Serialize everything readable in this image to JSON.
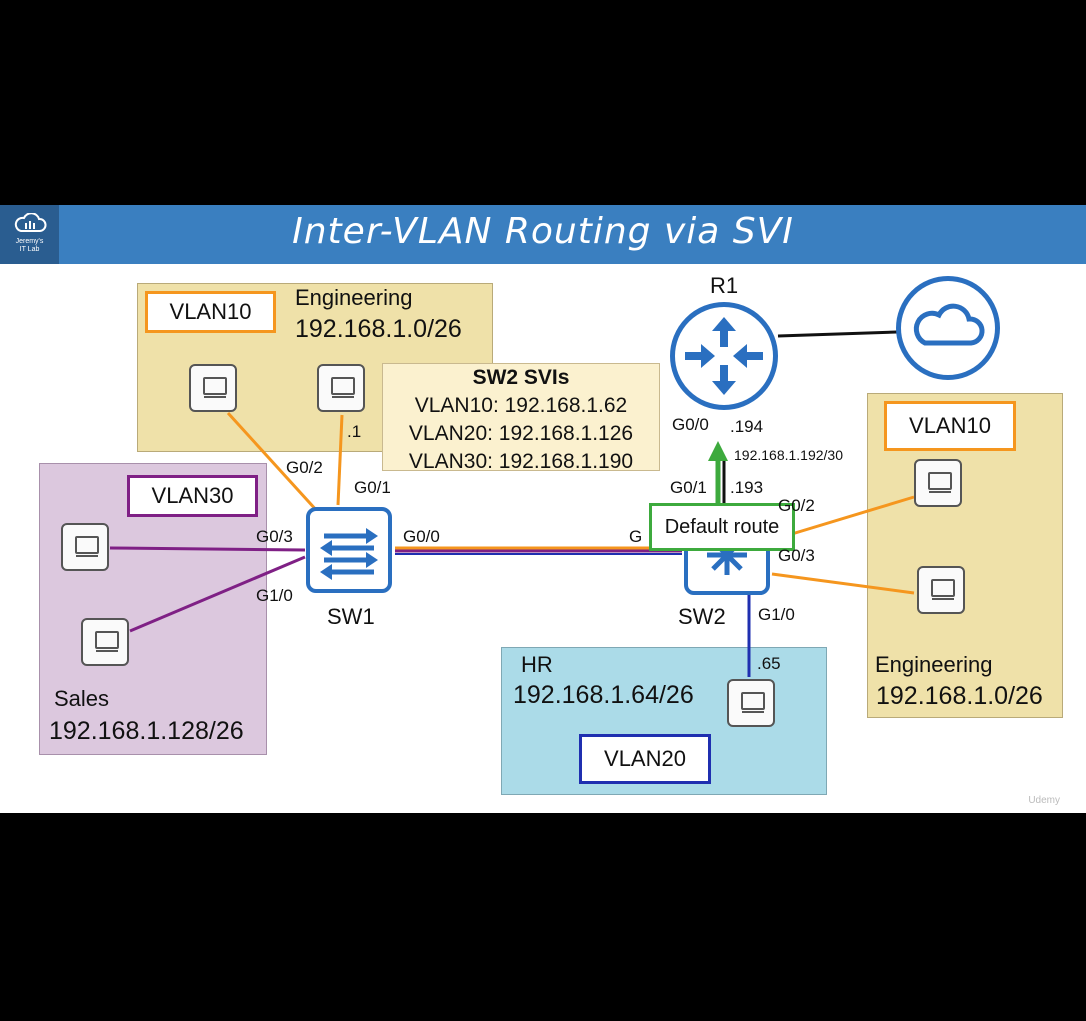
{
  "title": "Inter-VLAN Routing via SVI",
  "logo": {
    "line1": "Jeremy's",
    "line2": "IT Lab"
  },
  "zones": {
    "engineering_left": {
      "vlan": "VLAN10",
      "name": "Engineering",
      "subnet": "192.168.1.0/26"
    },
    "sales": {
      "vlan": "VLAN30",
      "name": "Sales",
      "subnet": "192.168.1.128/26"
    },
    "hr": {
      "vlan": "VLAN20",
      "name": "HR",
      "subnet": "192.168.1.64/26"
    },
    "engineering_right": {
      "vlan": "VLAN10",
      "name": "Engineering",
      "subnet": "192.168.1.0/26"
    }
  },
  "svi_box": {
    "heading": "SW2 SVIs",
    "lines": [
      "VLAN10: 192.168.1.62",
      "VLAN20: 192.168.1.126",
      "VLAN30: 192.168.1.190"
    ]
  },
  "devices": {
    "router": "R1",
    "switch1": "SW1",
    "switch2": "SW2"
  },
  "interfaces": {
    "sw1_g02": "G0/2",
    "sw1_g01": "G0/1",
    "sw1_g03": "G0/3",
    "sw1_g10": "G1/0",
    "sw1_g00": "G0/0",
    "sw2_g00_partial": "G",
    "sw2_g01": "G0/1",
    "sw2_g02": "G0/2",
    "sw2_g03": "G0/3",
    "sw2_g10": "G1/0",
    "r1_g00": "G0/0"
  },
  "addresses": {
    "eng_pc_host": ".1",
    "r1_host": ".194",
    "link_subnet": "192.168.1.192/30",
    "sw2_host": ".193",
    "hr_pc_host": ".65"
  },
  "default_route_label": "Default route",
  "watermark": "Udemy",
  "colors": {
    "title_bar": "#3a7fc0",
    "device_blue": "#2a6fc0",
    "vlan10_orange": "#f5961e",
    "vlan20_blue": "#1f2fb0",
    "vlan30_purple": "#7f2085",
    "default_route_green": "#3daa3d"
  }
}
